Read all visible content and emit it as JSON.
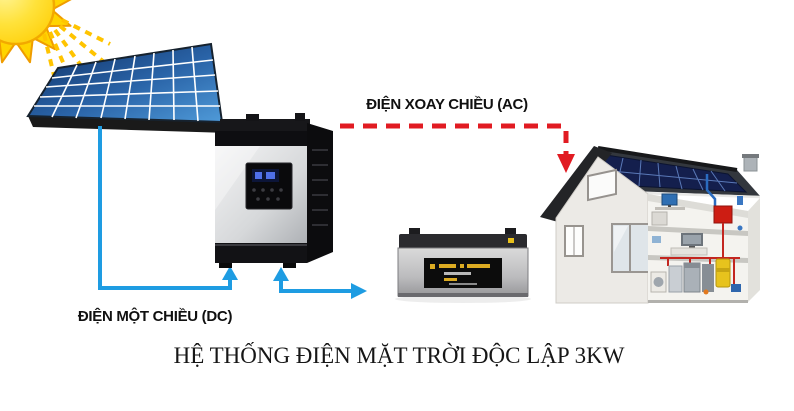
{
  "title": "HỆ THỐNG ĐIỆN MẶT TRỜI ĐỘC LẬP 3KW",
  "labels": {
    "ac": "ĐIỆN XOAY CHIỀU (AC)",
    "dc": "ĐIỆN MỘT CHIỀU (DC)"
  },
  "components": {
    "sun": "sun-icon",
    "solar_panel": "solar-panel-array",
    "inverter": "hybrid-solar-inverter",
    "battery": "storage-battery",
    "house": "house-with-rooftop-solar"
  },
  "connections": [
    {
      "from": "solar-panel-array",
      "to": "hybrid-solar-inverter",
      "type": "DC",
      "style": "solid-blue-arrow"
    },
    {
      "from": "hybrid-solar-inverter",
      "to": "storage-battery",
      "type": "DC",
      "style": "solid-blue-arrow",
      "bidirectional": true
    },
    {
      "from": "hybrid-solar-inverter",
      "to": "house-with-rooftop-solar",
      "type": "AC",
      "style": "dashed-red-arrow"
    }
  ],
  "colors": {
    "dc_wire": "#1e9ce2",
    "ac_wire": "#e11b22",
    "sun_core": "#ffd90a",
    "sun_ray": "#ffc400",
    "panel_dark": "#0f2f63",
    "panel_light": "#4f9ad8",
    "label_text": "#101010",
    "title_text": "#161616"
  }
}
